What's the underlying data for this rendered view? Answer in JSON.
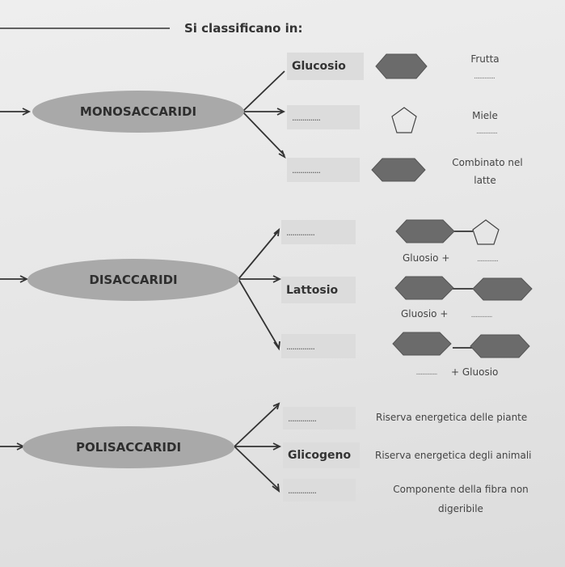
{
  "header": {
    "title": "Si classificano in:"
  },
  "blank": "..............",
  "groups": [
    {
      "name": "MONOSACCARIDI",
      "items": [
        "Glucosio",
        "..............",
        ".............."
      ],
      "notes": [
        "Frutta",
        "Miele",
        "Combinato nel",
        "latte"
      ]
    },
    {
      "name": "DISACCARIDI",
      "items": [
        "..............",
        "Lattosio",
        ".............."
      ],
      "notes": [
        "Gluosio  +",
        "Gluosio  +",
        "+ Gluosio"
      ]
    },
    {
      "name": "POLISACCARIDI",
      "items": [
        "..............",
        "Glicogeno",
        ".............."
      ],
      "notes": [
        "Riserva energetica delle piante",
        "Riserva energetica degli animali",
        "Componente della fibra non",
        "digeribile"
      ]
    }
  ],
  "colors": {
    "shape": "#6b6b6b",
    "ellipse": "#a9a9a9",
    "box": "#dcdcdc"
  }
}
